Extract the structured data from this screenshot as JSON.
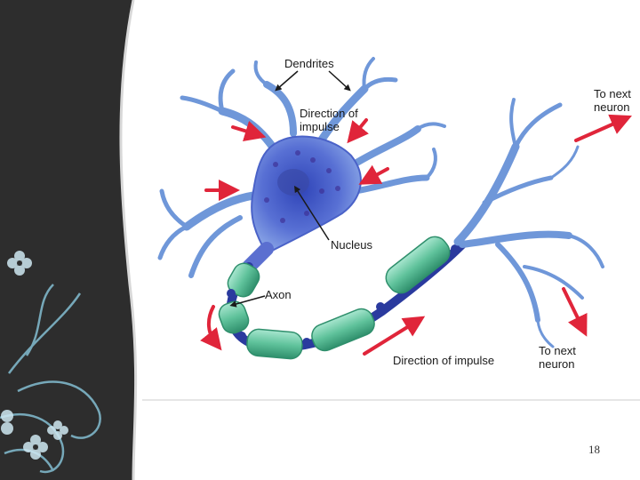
{
  "slide": {
    "page_number": "18",
    "colors": {
      "panel": "#2d2d2d",
      "neuron_body": "#5b6fd0",
      "dendrite": "#6f97d9",
      "myelin": "#5fc29b",
      "node": "#2a3a9e",
      "arrow": "#e0253a"
    }
  },
  "diagram": {
    "labels": {
      "dendrites": "Dendrites",
      "direction_impulse_top_line1": "Direction of",
      "direction_impulse_top_line2": "impulse",
      "nucleus": "Nucleus",
      "axon": "Axon",
      "direction_impulse_bottom": "Direction of impulse",
      "to_next_neuron_top_line1": "To next",
      "to_next_neuron_top_line2": "neuron",
      "to_next_neuron_bottom_line1": "To next",
      "to_next_neuron_bottom_line2": "neuron"
    }
  }
}
